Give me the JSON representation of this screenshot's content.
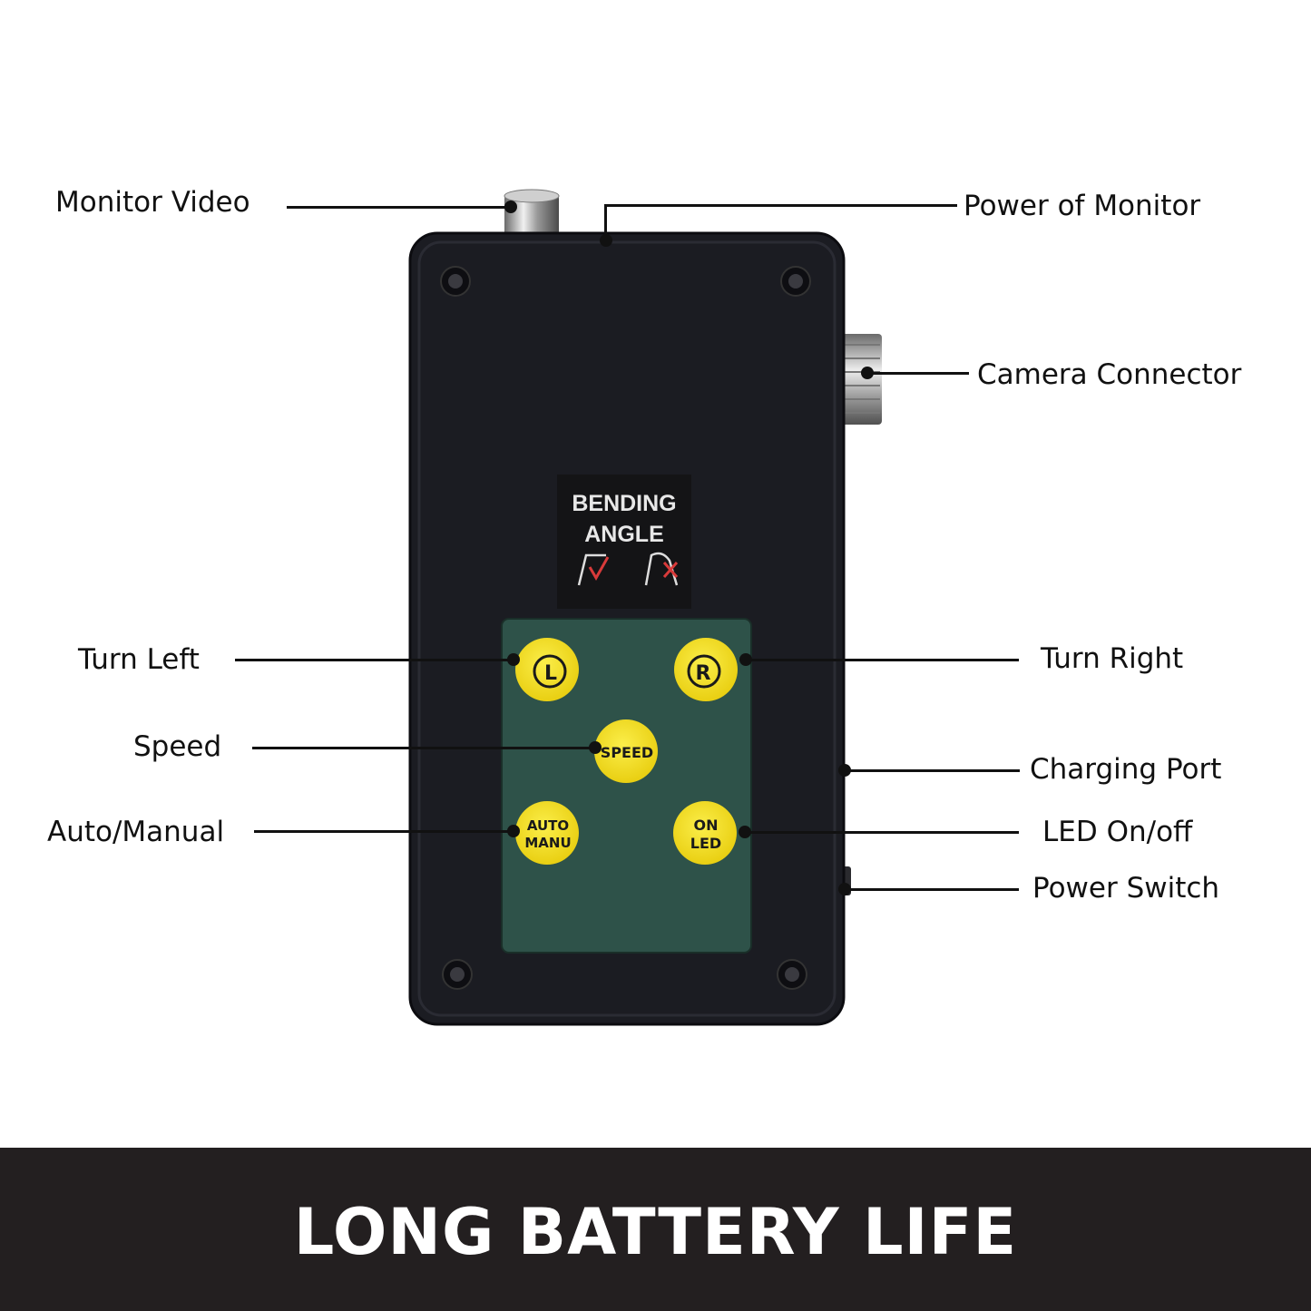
{
  "device": {
    "sticker": {
      "line1": "BENDING",
      "line2": "ANGLE"
    },
    "buttons": {
      "turn_left": "L",
      "turn_right": "R",
      "speed": "SPEED",
      "auto_line1": "AUTO",
      "auto_line2": "MANU",
      "led_line1": "ON",
      "led_line2": "LED"
    },
    "colors": {
      "body": "#1b1c22",
      "panel": "#2e5249",
      "button": "#f2de1c",
      "sticker_check": "#d83a3a"
    }
  },
  "labels": {
    "monitor_video": "Monitor Video",
    "power_of_monitor": "Power of Monitor",
    "camera_connector": "Camera Connector",
    "turn_left": "Turn Left",
    "turn_right": "Turn Right",
    "speed": "Speed",
    "charging_port": "Charging Port",
    "auto_manual": "Auto/Manual",
    "led_on_off": "LED On/off",
    "power_switch": "Power Switch"
  },
  "banner": {
    "title": "LONG BATTERY LIFE"
  }
}
